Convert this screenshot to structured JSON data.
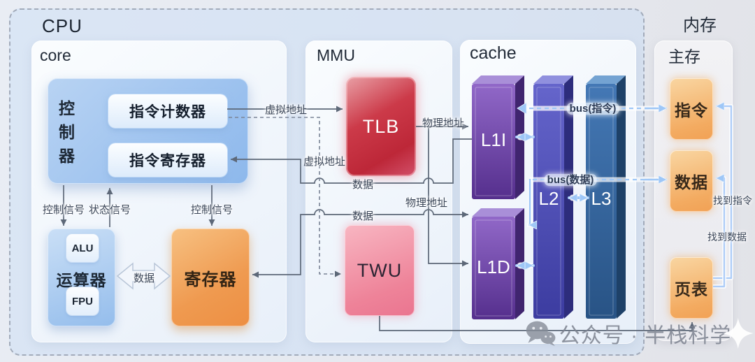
{
  "cpu": {
    "label": "CPU"
  },
  "core": {
    "label": "core",
    "controller": {
      "label": "控制器",
      "instruction_counter": "指令计数器",
      "instruction_register": "指令寄存器"
    },
    "alu_unit": {
      "label": "运算器",
      "alu": "ALU",
      "fpu": "FPU"
    },
    "register_file": {
      "label": "寄存器"
    }
  },
  "mmu": {
    "label": "MMU",
    "tlb": "TLB",
    "twu": "TWU"
  },
  "cache": {
    "label": "cache",
    "l1i": "L1I",
    "l1d": "L1D",
    "l2": "L2",
    "l3": "L3"
  },
  "memory": {
    "label": "内存",
    "main_memory": "主存",
    "instruction_box": "指令",
    "data_box": "数据",
    "page_table": "页表"
  },
  "edges": {
    "virtual_address_to_tlb": "虚拟地址",
    "virtual_address_to_twu": "虚拟地址",
    "physical_address_to_l1i": "物理地址",
    "physical_address_to_l1d": "物理地址",
    "data_to_instruction_register": "数据",
    "data_register_l1d": "数据",
    "control_signal_alu": "控制信号",
    "status_signal": "状态信号",
    "control_signal_register": "控制信号",
    "core_data_exchange": "数据",
    "bus_instruction": "bus(指令)",
    "bus_data": "bus(数据)",
    "found_instruction": "找到指令",
    "found_data": "找到数据"
  },
  "watermark": {
    "text": "公众号 · 半栈科学"
  },
  "palette": {
    "cpu_fill": "#c3dbf6",
    "tlb_red": "#c4303f",
    "twu_pink": "#ee8399",
    "register_orange": "#ef9a50",
    "memory_orange": "#f3ab61",
    "l1_purple": "#62399b",
    "l2_indigo": "#4444a9",
    "l3_blue": "#2f5f96",
    "bus_blue": "#9ec7f7",
    "line_gray": "#5d6878"
  }
}
